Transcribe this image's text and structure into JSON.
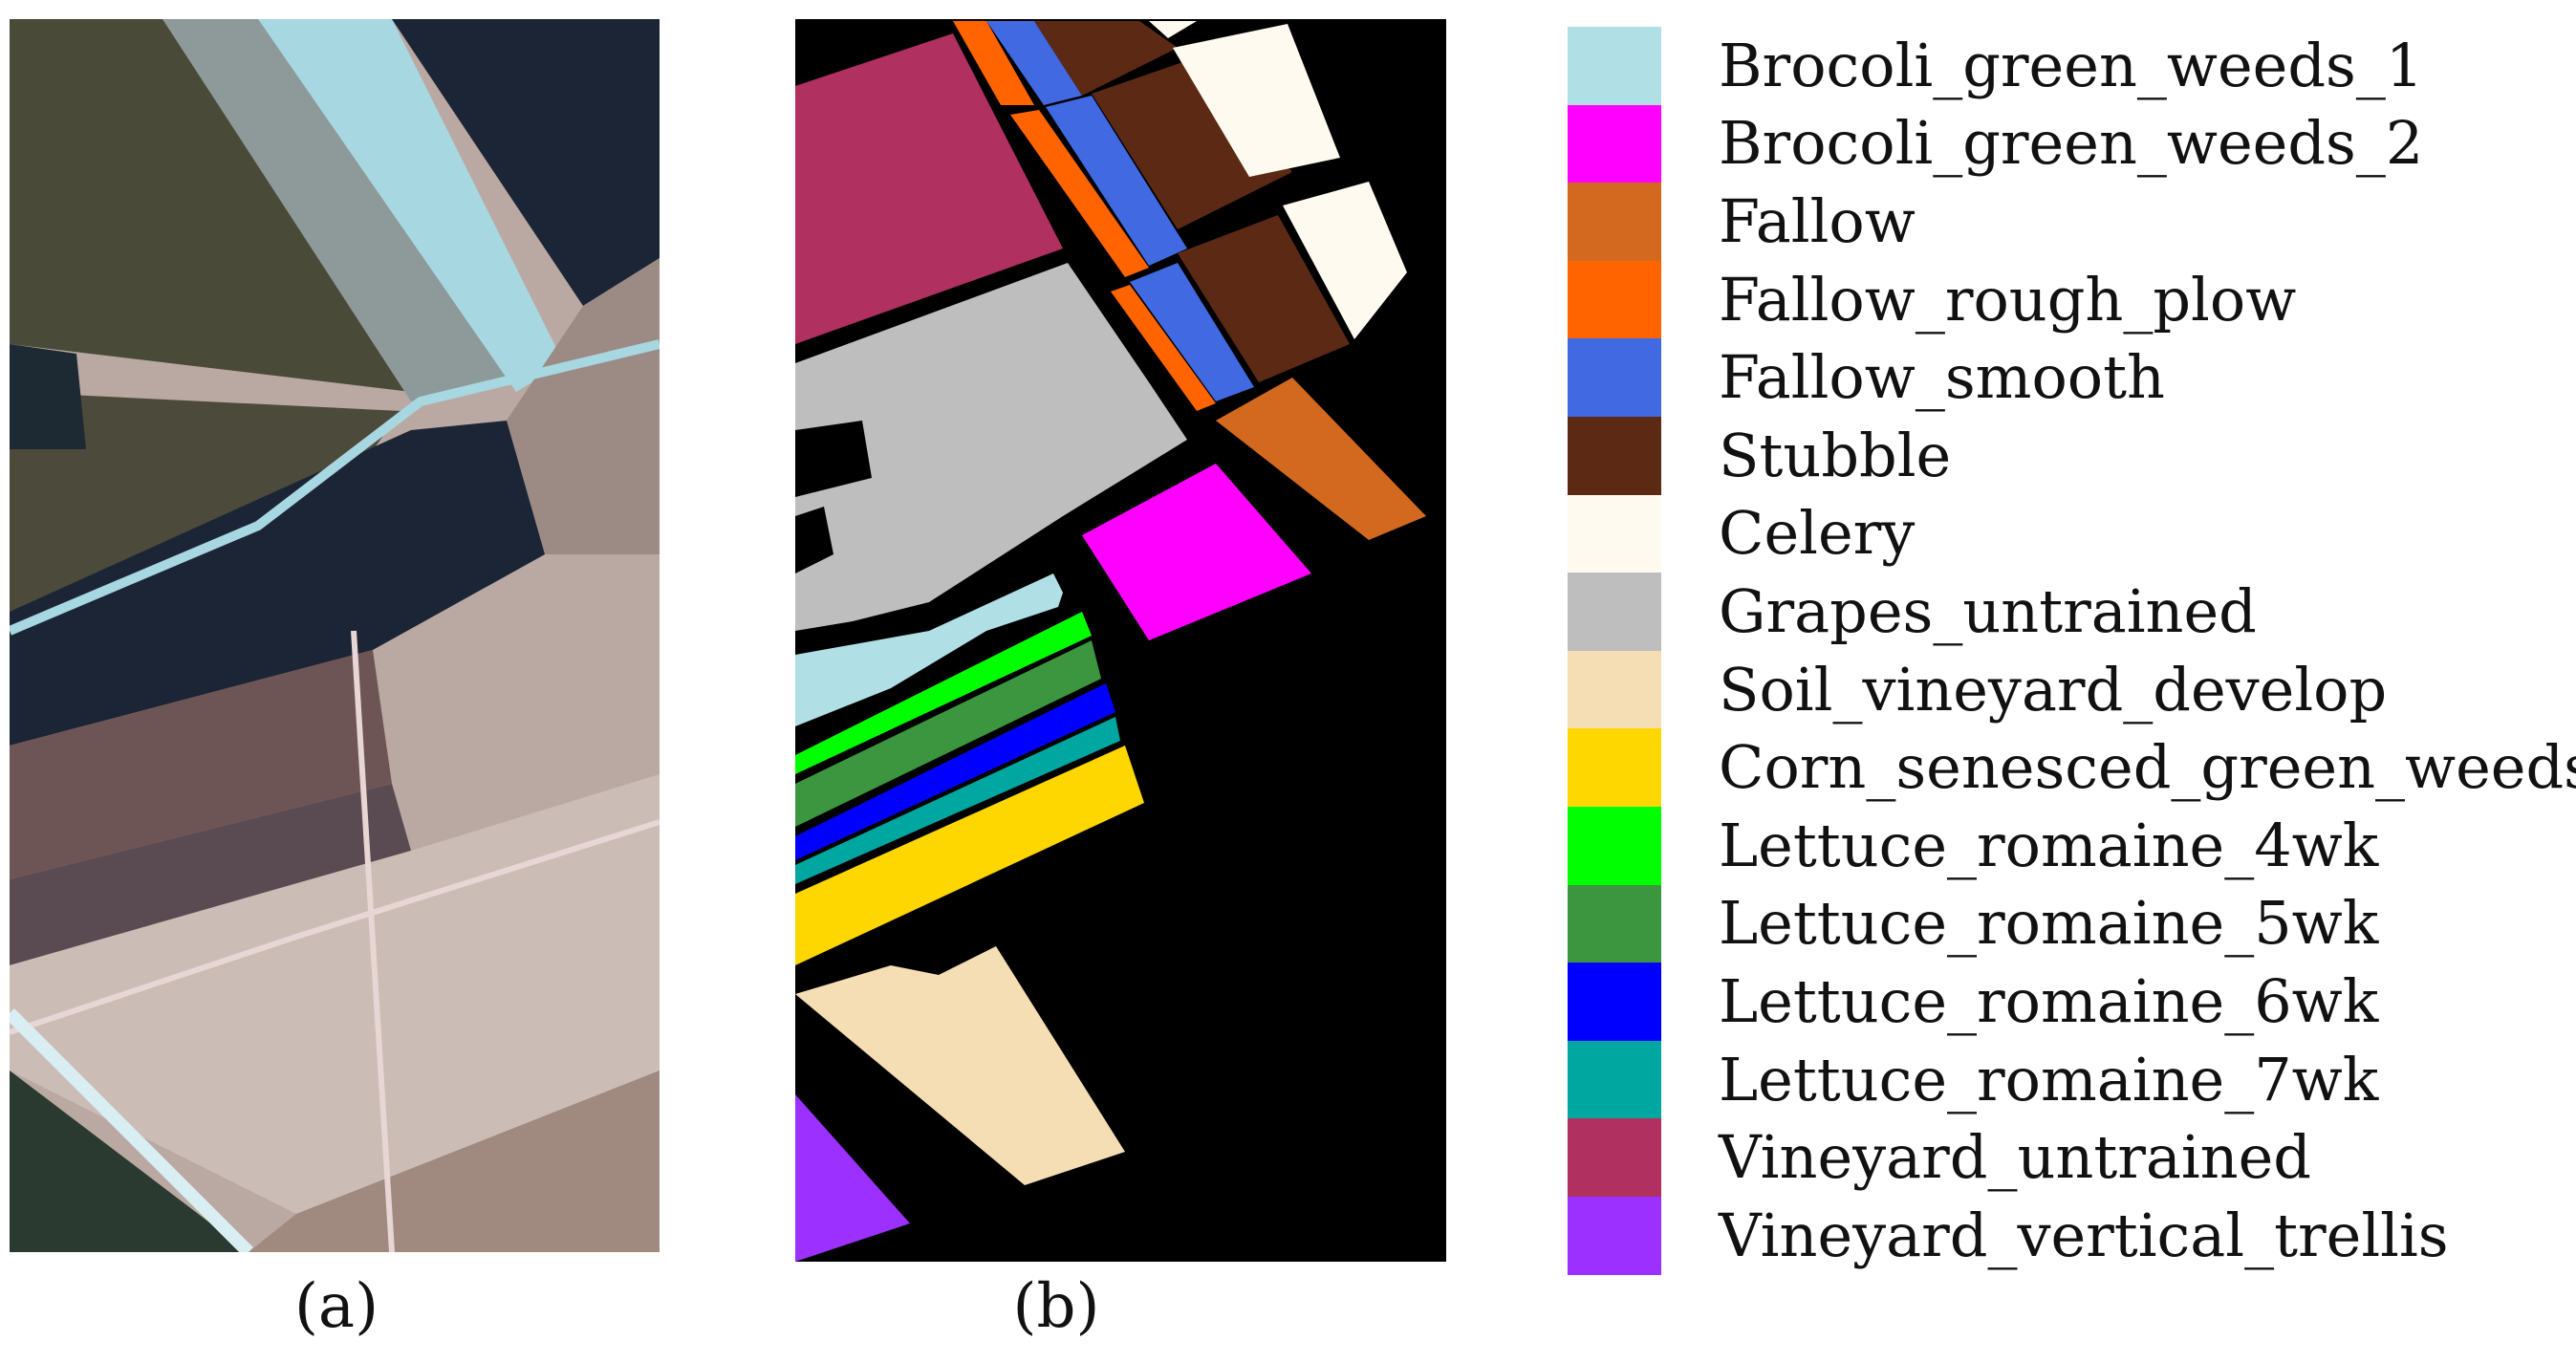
{
  "captions": {
    "a": "(a)",
    "b": "(b)"
  },
  "colors": {
    "background_map": "#000000",
    "road": "#a7d7e0",
    "field_dark_green": "#4a4a38",
    "field_navy": "#1c2535",
    "field_tan": "#b9a9a2",
    "field_light_tan": "#cbbcb6",
    "field_brown": "#6d5555"
  },
  "legend": [
    {
      "label": "Brocoli_green_weeds_1",
      "color": "#b0e0e6"
    },
    {
      "label": "Brocoli_green_weeds_2",
      "color": "#ff00ff"
    },
    {
      "label": "Fallow",
      "color": "#d2691e"
    },
    {
      "label": "Fallow_rough_plow",
      "color": "#ff6400"
    },
    {
      "label": "Fallow_smooth",
      "color": "#4169e1"
    },
    {
      "label": "Stubble",
      "color": "#5c2a14"
    },
    {
      "label": "Celery",
      "color": "#fffaf0"
    },
    {
      "label": "Grapes_untrained",
      "color": "#bebebe"
    },
    {
      "label": "Soil_vineyard_develop",
      "color": "#f5deb3"
    },
    {
      "label": "Corn_senesced_green_weeds",
      "color": "#ffd700"
    },
    {
      "label": "Lettuce_romaine_4wk",
      "color": "#00ff00"
    },
    {
      "label": "Lettuce_romaine_5wk",
      "color": "#3c9640"
    },
    {
      "label": "Lettuce_romaine_6wk",
      "color": "#0000ff"
    },
    {
      "label": "Lettuce_romaine_7wk",
      "color": "#00a6a0"
    },
    {
      "label": "Vineyard_untrained",
      "color": "#b03060"
    },
    {
      "label": "Vineyard_vertical_trellis",
      "color": "#9b30ff"
    }
  ]
}
